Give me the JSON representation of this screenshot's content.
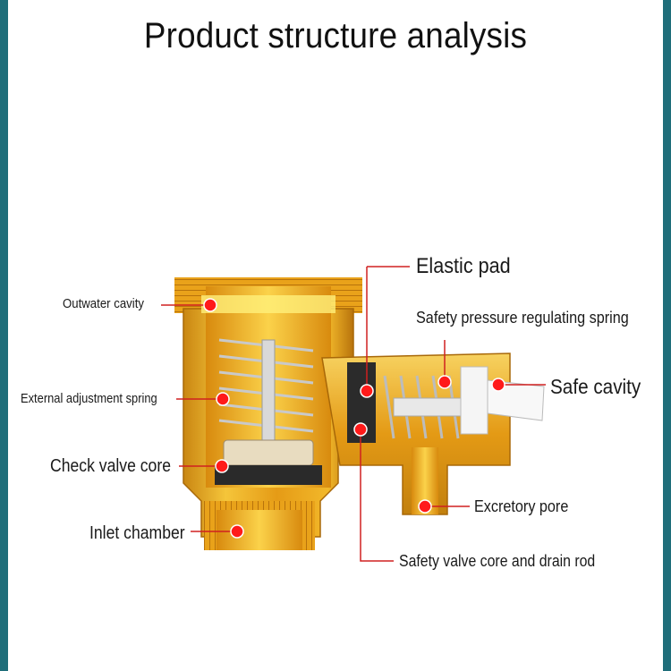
{
  "title": "Product structure analysis",
  "labels": {
    "outwater_cavity": "Outwater cavity",
    "external_adjustment_spring": "External adjustment spring",
    "check_valve_core": "Check valve core",
    "inlet_chamber": "Inlet chamber",
    "elastic_pad": "Elastic pad",
    "safety_pressure_regulating_spring": "Safety pressure regulating spring",
    "safe_cavity": "Safe cavity",
    "excretory_pore": "Excretory pore",
    "safety_valve_core_and_drain_rod": "Safety valve core and drain rod"
  },
  "colors": {
    "frame": "#1f6e7a",
    "brass": "#e9a21a",
    "brass_light": "#f7d260",
    "brass_dark": "#b8730c",
    "marker": "#ff1a1a",
    "leader": "#d02020"
  }
}
